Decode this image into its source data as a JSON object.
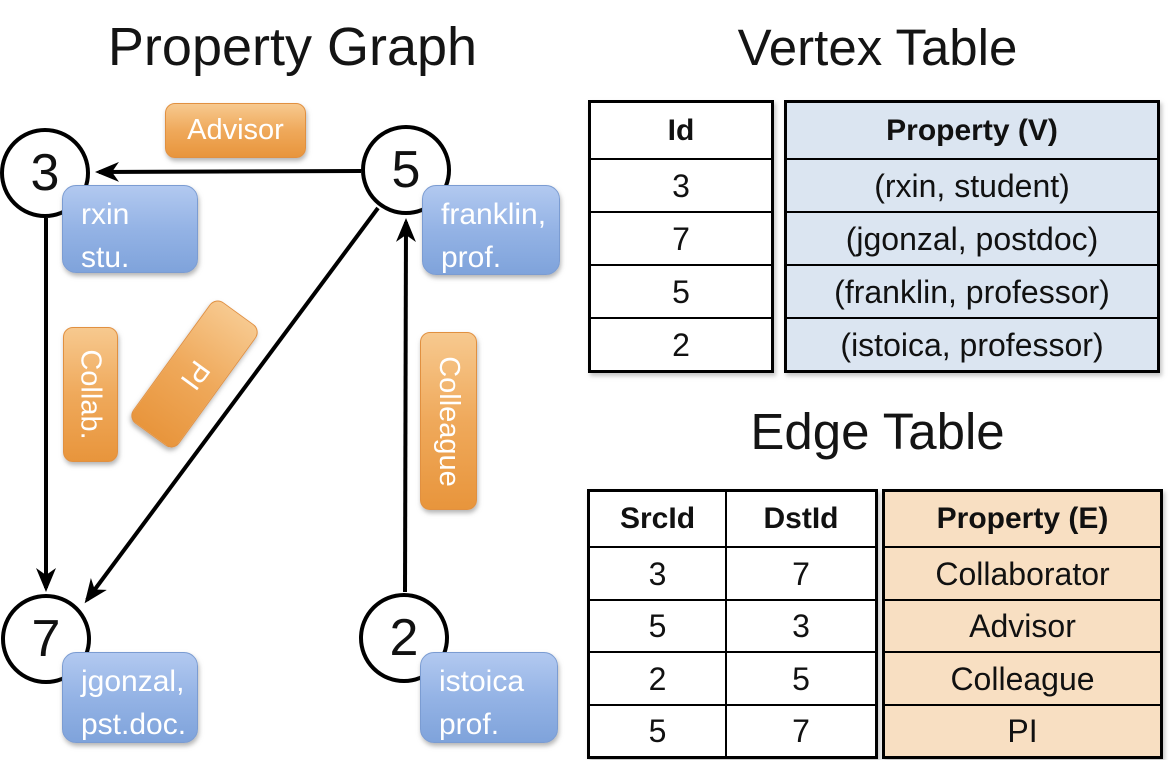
{
  "graph": {
    "title": "Property Graph",
    "nodes": [
      {
        "id": "3"
      },
      {
        "id": "5"
      },
      {
        "id": "7"
      },
      {
        "id": "2"
      }
    ],
    "edge_labels": [
      {
        "label": "Advisor"
      },
      {
        "label": "Collab."
      },
      {
        "label": "PI"
      },
      {
        "label": "Colleague"
      }
    ],
    "property_boxes": [
      {
        "lines": [
          "rxin",
          "stu."
        ]
      },
      {
        "lines": [
          "franklin,",
          "prof."
        ]
      },
      {
        "lines": [
          "jgonzal,",
          "pst.doc."
        ]
      },
      {
        "lines": [
          "istoica",
          "prof."
        ]
      }
    ]
  },
  "vertex_table": {
    "title": "Vertex Table",
    "columns": [
      "Id",
      "Property (V)"
    ],
    "rows": [
      [
        "3",
        "(rxin, student)"
      ],
      [
        "7",
        "(jgonzal, postdoc)"
      ],
      [
        "5",
        "(franklin, professor)"
      ],
      [
        "2",
        "(istoica, professor)"
      ]
    ]
  },
  "edge_table": {
    "title": "Edge Table",
    "columns": [
      "SrcId",
      "DstId",
      "Property (E)"
    ],
    "rows": [
      [
        "3",
        "7",
        "Collaborator"
      ],
      [
        "5",
        "3",
        "Advisor"
      ],
      [
        "2",
        "5",
        "Colleague"
      ],
      [
        "5",
        "7",
        "PI"
      ]
    ]
  },
  "colors": {
    "edge_label_orange": "#EFA95B",
    "vertex_box_blue": "#94B3E5",
    "vertex_table_fill": "#DBE5F1",
    "edge_table_fill": "#F8DFC2",
    "line_black": "#000000",
    "text_white": "#FFFFFF"
  }
}
